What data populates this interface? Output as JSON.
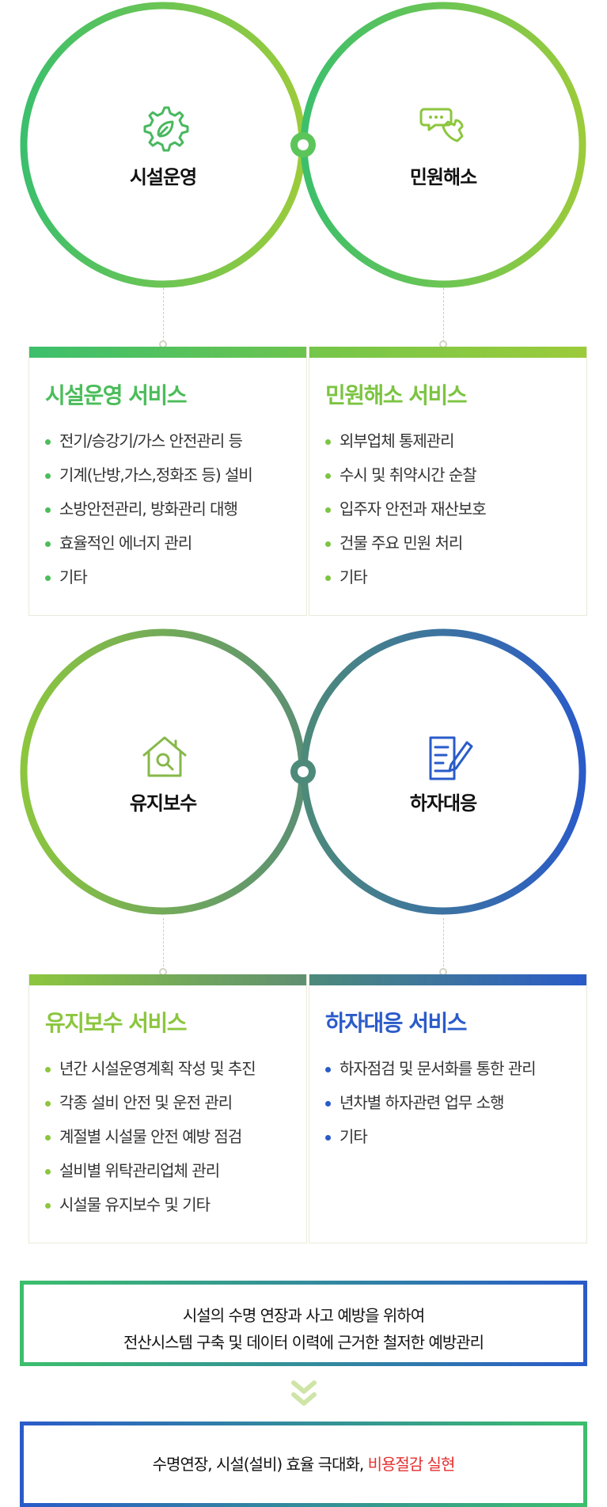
{
  "colors": {
    "green": "#3cbf6c",
    "lime": "#98c83a",
    "teal": "#4d8a7a",
    "blue": "#2a5bc9",
    "red": "#e53030"
  },
  "top_rings": {
    "left": {
      "label": "시설운영",
      "icon": "gear-leaf-icon"
    },
    "right": {
      "label": "민원해소",
      "icon": "phone-chat-icon"
    }
  },
  "bottom_rings": {
    "left": {
      "label": "유지보수",
      "icon": "house-search-icon"
    },
    "right": {
      "label": "하자대응",
      "icon": "document-pen-icon"
    }
  },
  "cards": {
    "facility": {
      "title": "시설운영 서비스",
      "items": [
        "전기/승강기/가스 안전관리 등",
        "기계(난방,가스,정화조 등) 설비",
        "소방안전관리, 방화관리 대행",
        "효율적인 에너지 관리",
        "기타"
      ]
    },
    "complaint": {
      "title": "민원해소 서비스",
      "items": [
        "외부업체 통제관리",
        "수시 및 취약시간 순찰",
        "입주자 안전과 재산보호",
        "건물 주요 민원 처리",
        "기타"
      ]
    },
    "maintenance": {
      "title": "유지보수 서비스",
      "items": [
        "년간 시설운영계획 작성 및 추진",
        "각종 설비 안전 및 운전 관리",
        "계절별 시설물 안전 예방 점검",
        "설비별 위탁관리업체 관리",
        "시설물 유지보수 및 기타"
      ]
    },
    "defect": {
      "title": "하자대응 서비스",
      "items": [
        "하자점검 및 문서화를 통한 관리",
        "년차별 하자관련 업무 소행",
        "기타"
      ]
    }
  },
  "summary": {
    "line1": "시설의 수명 연장과 사고 예방을 위하여",
    "line2": "전산시스템 구축 및 데이터 이력에 근거한 철저한 예방관리"
  },
  "result": {
    "text": "수명연장, 시설(설비) 효율 극대화,",
    "highlight": "비용절감 실현"
  }
}
